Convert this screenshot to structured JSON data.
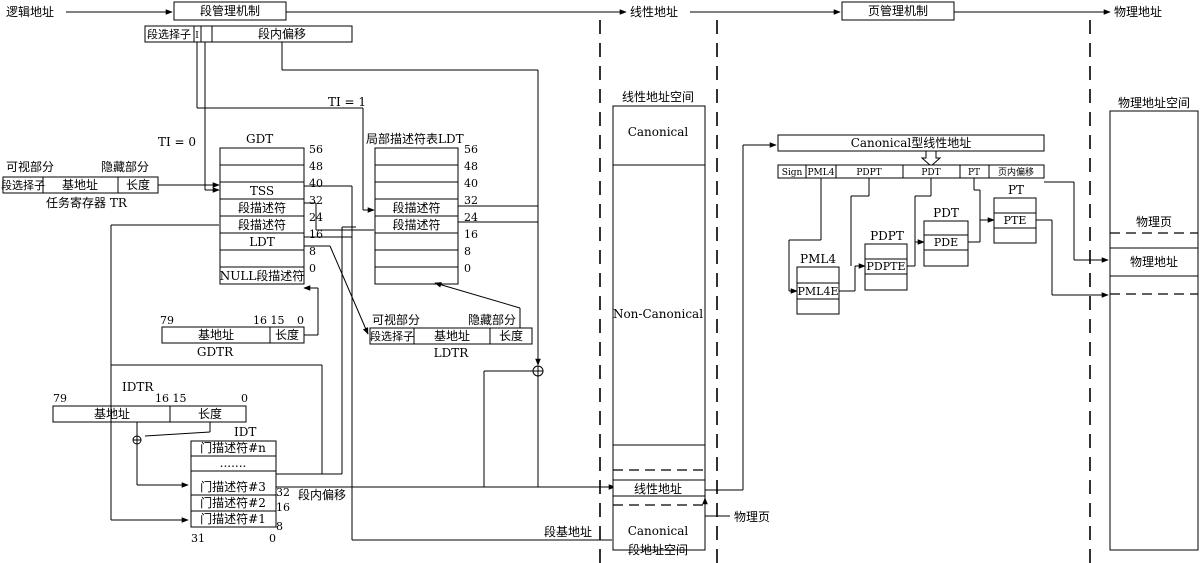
{
  "header": {
    "logical_addr": "逻辑地址",
    "segmentation": "段管理机制",
    "linear_addr": "线性地址",
    "paging": "页管理机制",
    "physical_addr": "物理地址"
  },
  "logical_address": {
    "selector": "段选择子",
    "ti": "I",
    "offset": "段内偏移"
  },
  "ti": {
    "one": "TI = 1",
    "zero": "TI = 0"
  },
  "tr": {
    "visible": "可视部分",
    "hidden": "隐藏部分",
    "selector": "段选择子",
    "base": "基地址",
    "limit": "长度",
    "caption": "任务寄存器 TR"
  },
  "gdt": {
    "title": "GDT",
    "rows": [
      "",
      "",
      "TSS",
      "段描述符",
      "段描述符",
      "LDT",
      "",
      "NULL段描述符"
    ],
    "offsets": [
      "56",
      "48",
      "40",
      "32",
      "24",
      "16",
      "8",
      "0"
    ]
  },
  "ldt": {
    "title": "局部描述符表LDT",
    "rows": [
      "",
      "",
      "",
      "段描述符",
      "段描述符",
      "",
      "",
      ""
    ],
    "offsets": [
      "56",
      "48",
      "40",
      "32",
      "24",
      "16",
      "8",
      "0"
    ]
  },
  "gdtr": {
    "bit79": "79",
    "bit16": "16 15",
    "bit0": "0",
    "base": "基地址",
    "limit": "长度",
    "caption": "GDTR"
  },
  "ldtr": {
    "visible": "可视部分",
    "hidden": "隐藏部分",
    "selector": "段选择子",
    "base": "基地址",
    "limit": "长度",
    "caption": "LDTR"
  },
  "idtr": {
    "title": "IDTR",
    "bit79": "79",
    "bit16": "16 15",
    "bit0": "0",
    "base": "基地址",
    "limit": "长度"
  },
  "idt": {
    "title": "IDT",
    "rows": [
      "门描述符#n",
      ".......",
      "门描述符#3",
      "门描述符#2",
      "门描述符#1"
    ],
    "offsets": [
      "32",
      "16",
      "8"
    ],
    "bit31": "31",
    "bit0": "0"
  },
  "labels": {
    "seg_offset": "段内偏移",
    "seg_base": "段基地址"
  },
  "linear_space": {
    "title": "线性地址空间",
    "canonical_top": "Canonical",
    "non_canonical": "Non-Canonical",
    "linear_addr": "线性地址",
    "canonical_bottom": "Canonical",
    "caption": "段地址空间",
    "phys_page": "物理页"
  },
  "paging": {
    "canonical_addr": "Canonical型线性地址",
    "fields": [
      "Sign",
      "PML4",
      "PDPT",
      "PDT",
      "PT",
      "页内偏移"
    ],
    "pml4": {
      "title": "PML4",
      "entry": "PML4E"
    },
    "pdpt": {
      "title": "PDPT",
      "entry": "PDPTE"
    },
    "pdt": {
      "title": "PDT",
      "entry": "PDE"
    },
    "pt": {
      "title": "PT",
      "entry": "PTE"
    }
  },
  "physical_space": {
    "title": "物理地址空间",
    "page": "物理页",
    "addr": "物理地址"
  }
}
